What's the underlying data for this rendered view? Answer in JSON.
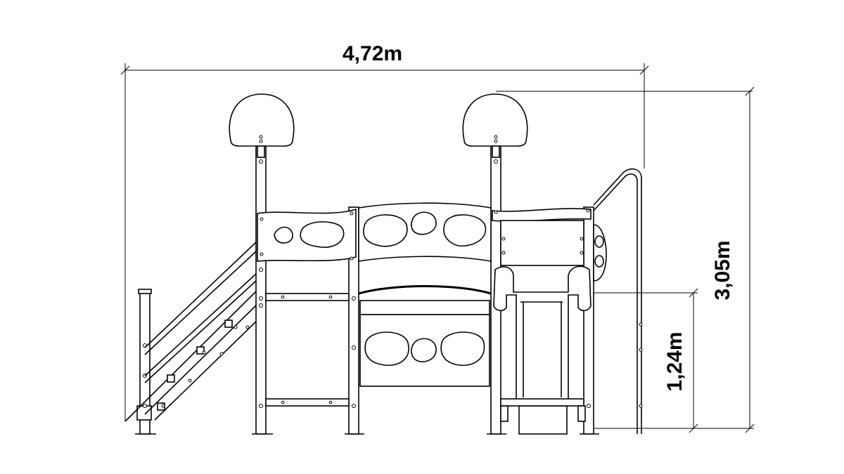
{
  "dimensions": {
    "overall_width": "4,72m",
    "overall_height": "3,05m",
    "platform_height": "1,24m"
  }
}
